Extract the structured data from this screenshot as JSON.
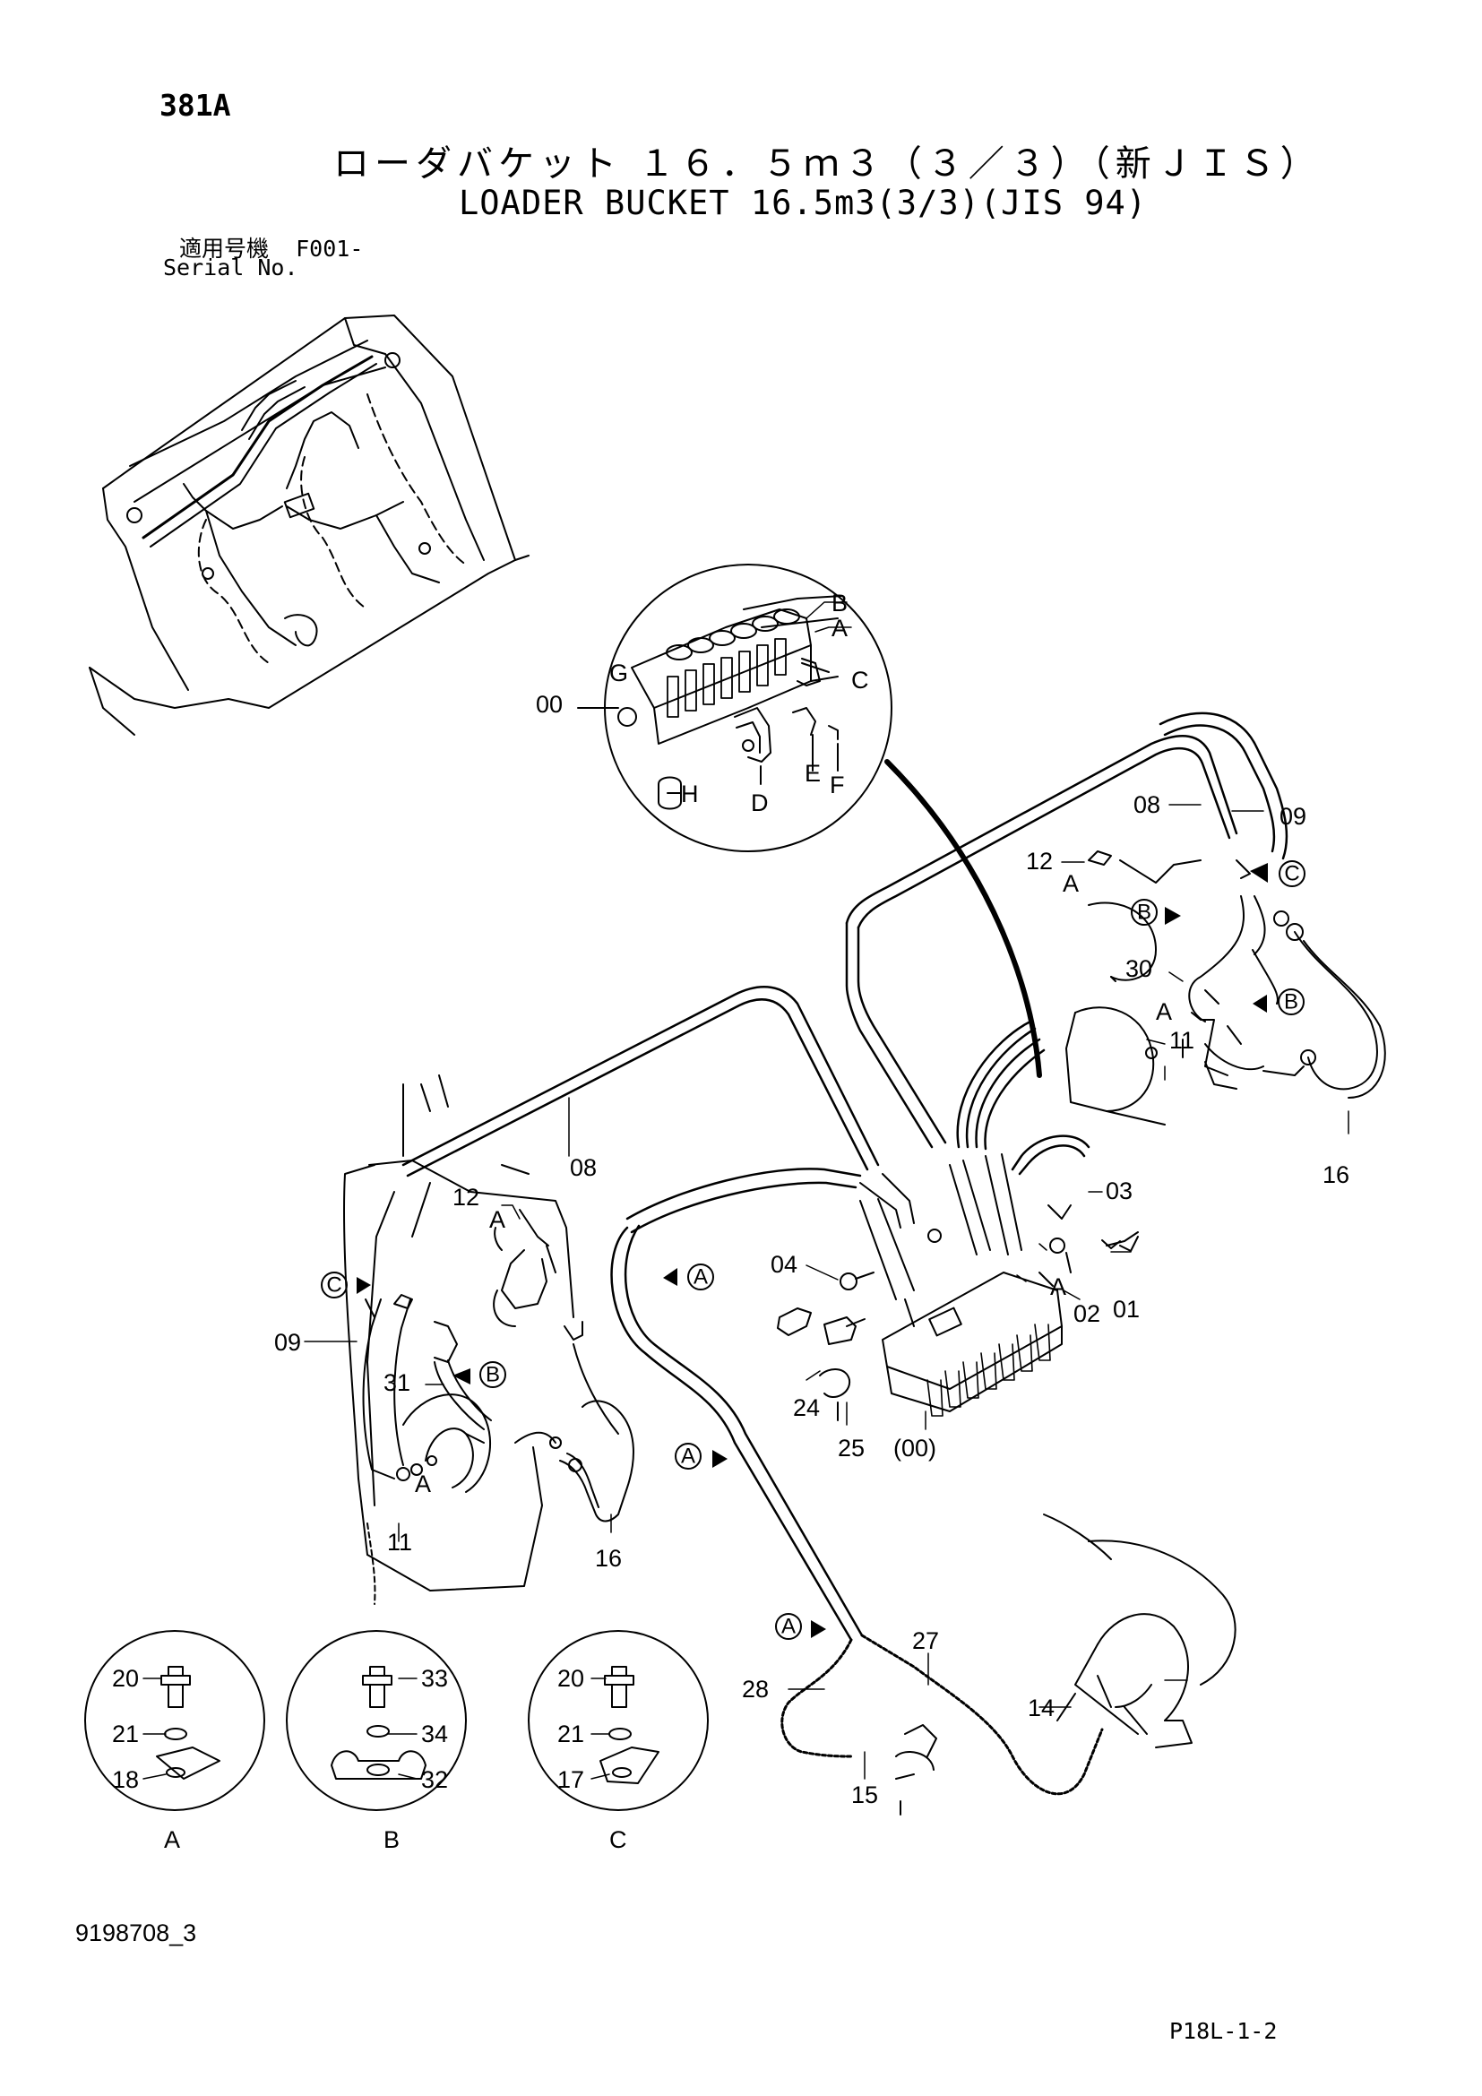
{
  "header": {
    "page_no": "381A",
    "title_jp": "ローダバケット １６．５ｍ３（３／３）（新ＪＩＳ）",
    "title_en": "LOADER BUCKET 16.5m3(3/3)(JIS 94)",
    "serial_label_jp": "適用号機",
    "serial_value": "F001-",
    "serial_label_en": "Serial No."
  },
  "callouts": {
    "c00": "00",
    "c01": "01",
    "c02": "02",
    "c03": "03",
    "c04": "04",
    "c08": "08",
    "c09": "09",
    "c11": "11",
    "c12": "12",
    "c14": "14",
    "c15": "15",
    "c16": "16",
    "c17": "17",
    "c18": "18",
    "c20": "20",
    "c21": "21",
    "c24": "24",
    "c25": "25",
    "c27": "27",
    "c28": "28",
    "c30": "30",
    "c31": "31",
    "c32": "32",
    "c33": "33",
    "c34": "34",
    "c00p": "(00)"
  },
  "letters": {
    "A": "A",
    "B": "B",
    "C": "C",
    "D": "D",
    "E": "E",
    "F": "F",
    "G": "G",
    "H": "H"
  },
  "footer": {
    "doc_no": "9198708_3",
    "sheet_ref": "P18L-1-2"
  }
}
